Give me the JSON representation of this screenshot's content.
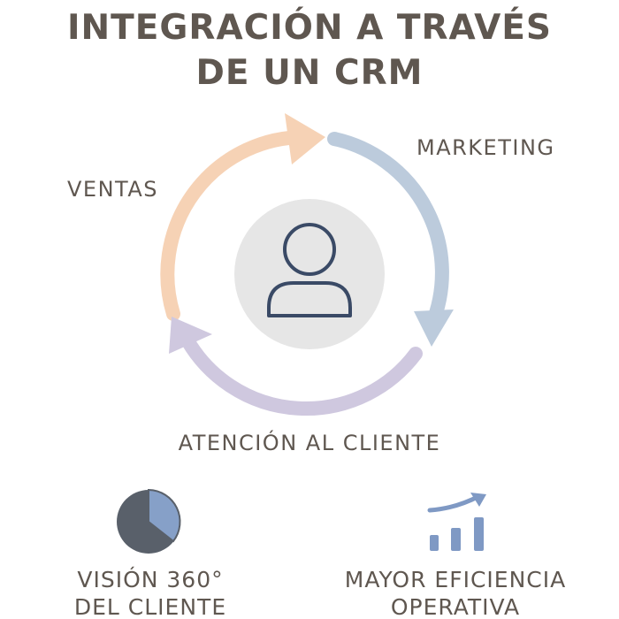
{
  "title": {
    "line1": "INTEGRACIÓN A TRAVÉS",
    "line2": "DE UN CRM"
  },
  "cycle": {
    "stages": [
      {
        "label": "VENTAS",
        "color": "#f6d2b5"
      },
      {
        "label": "MARKETING",
        "color": "#bccbdc"
      },
      {
        "label": "ATENCIÓN AL CLIENTE",
        "color": "#cfc8df"
      }
    ],
    "center_icon": "user-icon",
    "center_fill": "#e6e6e6",
    "icon_stroke": "#3a4a66"
  },
  "benefits": [
    {
      "icon": "pie-chart-icon",
      "line1": "VISIÓN 360°",
      "line2": "DEL CLIENTE"
    },
    {
      "icon": "growth-chart-icon",
      "line1": "MAYOR EFICIENCIA",
      "line2": "OPERATIVA"
    }
  ],
  "colors": {
    "text": "#5f5750",
    "pie_dark": "#59606a",
    "pie_light": "#86a0c8",
    "growth": "#7f99c4"
  }
}
